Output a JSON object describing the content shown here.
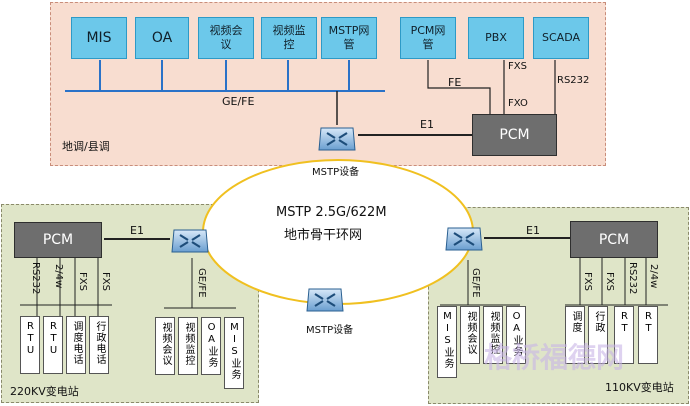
{
  "top_systems": [
    "MIS",
    "OA",
    "视频会议",
    "视频监控",
    "MSTP网管",
    "PCM网管",
    "PBX",
    "SCADA"
  ],
  "top_region_label": "地调/县调",
  "ring": {
    "line1": "MSTP 2.5G/622M",
    "line2": "地市骨干环网"
  },
  "pcm_label": "PCM",
  "mstp_device_label": "MSTP设备",
  "links": {
    "gefe": "GE/FE",
    "e1": "E1",
    "fe": "FE",
    "fxs": "FXS",
    "fxo": "FXO",
    "rs232": "RS232",
    "twofour": "2/4w"
  },
  "left_station": {
    "label": "220KV变电站",
    "pcm_boxes": [
      "RTU",
      "RTU",
      "调度电话",
      "行政电话"
    ],
    "switch_boxes": [
      "视频会议",
      "视频监控",
      "OA业务",
      "MIS业务"
    ]
  },
  "right_station": {
    "label": "110KV变电站",
    "switch_boxes": [
      "MIS业务",
      "视频会议",
      "视频监控",
      "OA业务"
    ],
    "pcm_boxes": [
      "调度",
      "行政",
      "RT",
      "RT"
    ]
  },
  "watermark": "格桥福德网"
}
